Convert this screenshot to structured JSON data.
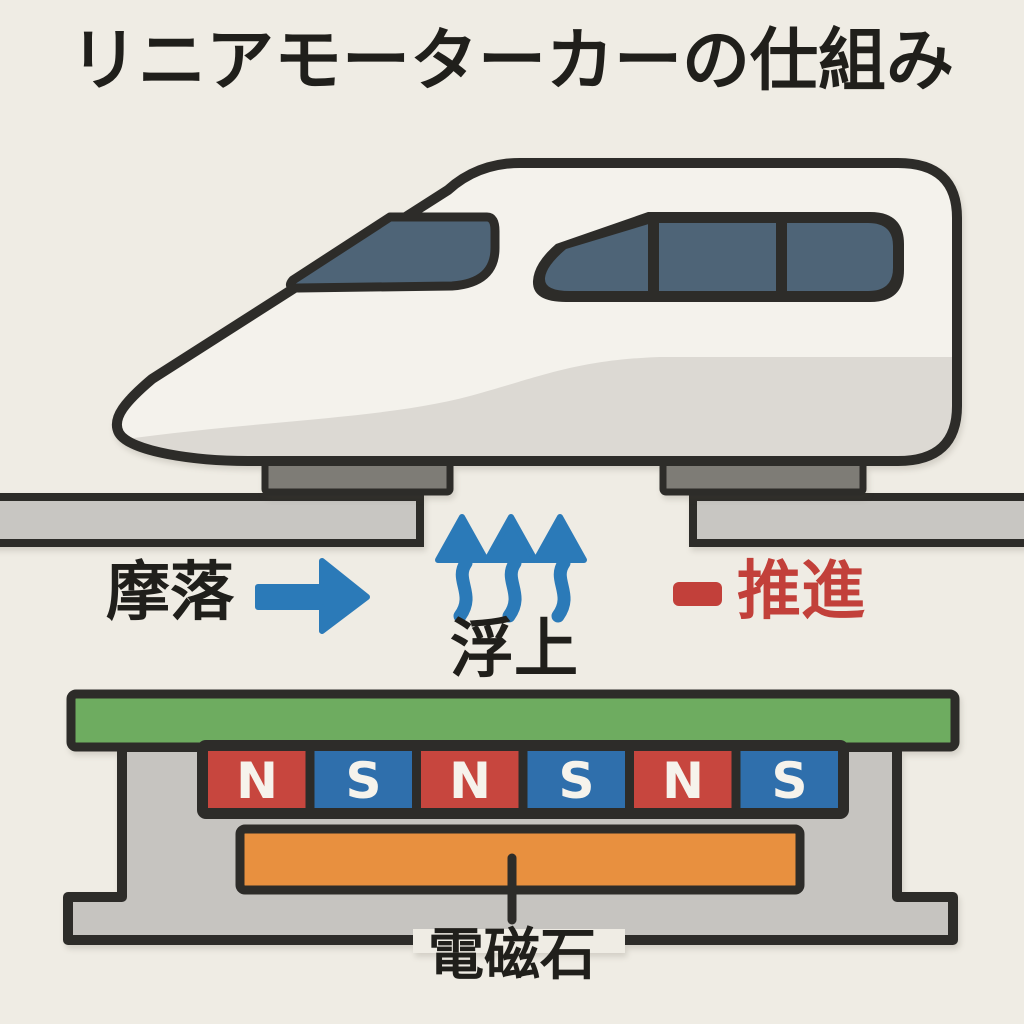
{
  "title": "リニアモーターカーの仕組み",
  "annotations": {
    "friction": {
      "label": "摩落",
      "icon": "right-arrow",
      "color": "#2b7ab8"
    },
    "levitation": {
      "label": "浮上",
      "icon": "triple-wavy-up-arrows",
      "color": "#2b7ab8"
    },
    "propulsion": {
      "label": "推進",
      "icon": "dash",
      "color": "#c2403a"
    },
    "electromagnet": {
      "label": "電磁石"
    }
  },
  "magnets": {
    "cells": [
      {
        "label": "N",
        "pole": "north"
      },
      {
        "label": "S",
        "pole": "south"
      },
      {
        "label": "N",
        "pole": "north"
      },
      {
        "label": "S",
        "pole": "south"
      },
      {
        "label": "N",
        "pole": "north"
      },
      {
        "label": "S",
        "pole": "south"
      }
    ]
  },
  "colors": {
    "bg": "#efece4",
    "ink": "#201f1b",
    "outline": "#2d2c29",
    "train_body": "#f4f2ec",
    "train_band": "#dcd9d3",
    "glass": "#4e6477",
    "skid": "#7e7c76",
    "track": "#c8c6c2",
    "base": "#c6c4c0",
    "green": "#6eac60",
    "orange": "#e8903f",
    "blue": "#2b7ab8",
    "red": "#c2403a",
    "magnet_red": "#c7463e",
    "magnet_blue": "#2f6fac",
    "letter": "#f6f3ec"
  }
}
